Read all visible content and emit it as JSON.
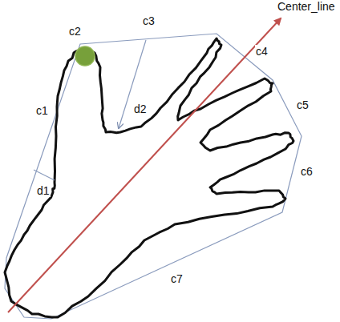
{
  "diagram": {
    "labels": [
      "Center_line",
      "c2",
      "c3",
      "c4",
      "c1",
      "d2",
      "c5",
      "c6",
      "d1",
      "c7"
    ]
  }
}
